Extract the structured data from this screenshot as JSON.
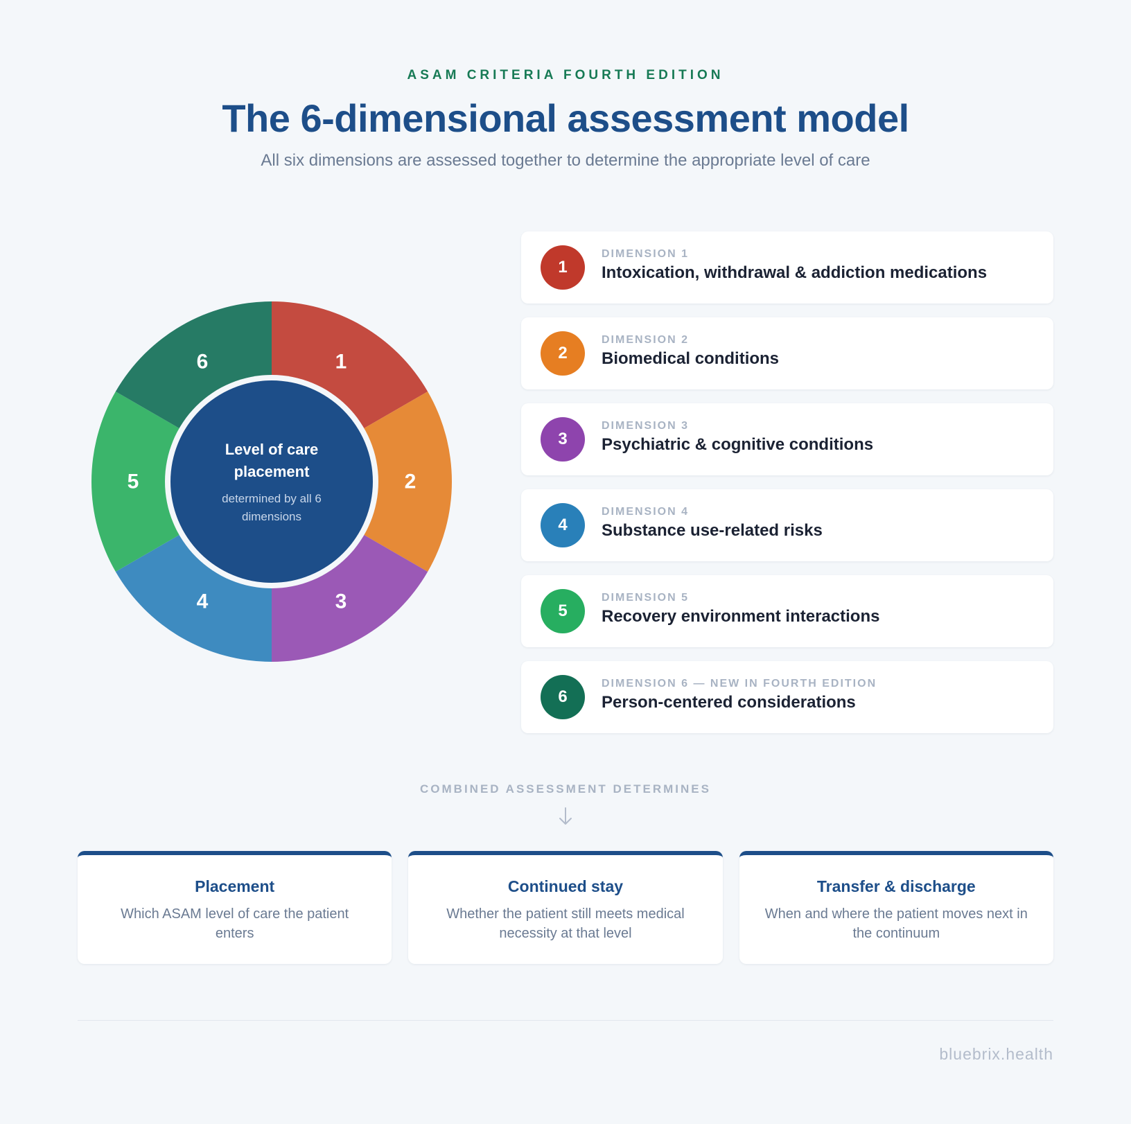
{
  "header": {
    "eyebrow": "ASAM CRITERIA FOURTH EDITION",
    "title": "The 6-dimensional assessment model",
    "subtitle": "All six dimensions are assessed together to determine the appropriate level of care"
  },
  "wheel": {
    "segments": [
      {
        "number": "1",
        "color": "#c44b40"
      },
      {
        "number": "2",
        "color": "#e68a37"
      },
      {
        "number": "3",
        "color": "#9b59b6"
      },
      {
        "number": "4",
        "color": "#3e8bc0"
      },
      {
        "number": "5",
        "color": "#3bb56b"
      },
      {
        "number": "6",
        "color": "#267b65"
      }
    ],
    "center_color": "#1d4e89",
    "center_title": "Level of care placement",
    "center_subtitle": "determined by all 6 dimensions"
  },
  "dimensions": [
    {
      "number": "1",
      "label": "DIMENSION 1",
      "name": "Intoxication, withdrawal & addiction medications",
      "color": "#c0392b"
    },
    {
      "number": "2",
      "label": "DIMENSION 2",
      "name": "Biomedical conditions",
      "color": "#e67e22"
    },
    {
      "number": "3",
      "label": "DIMENSION 3",
      "name": "Psychiatric & cognitive conditions",
      "color": "#8e44ad"
    },
    {
      "number": "4",
      "label": "DIMENSION 4",
      "name": "Substance use-related risks",
      "color": "#2980b9"
    },
    {
      "number": "5",
      "label": "DIMENSION 5",
      "name": "Recovery environment interactions",
      "color": "#27ae60"
    },
    {
      "number": "6",
      "label": "DIMENSION 6 — NEW IN FOURTH EDITION",
      "name": "Person-centered considerations",
      "color": "#136f55"
    }
  ],
  "combined_label": "COMBINED ASSESSMENT DETERMINES",
  "outcomes": [
    {
      "title": "Placement",
      "description": "Which ASAM level of care the patient enters"
    },
    {
      "title": "Continued stay",
      "description": "Whether the patient still meets medical necessity at that level"
    },
    {
      "title": "Transfer & discharge",
      "description": "When and where the patient moves next in the continuum"
    }
  ],
  "footer": "bluebrix.health"
}
